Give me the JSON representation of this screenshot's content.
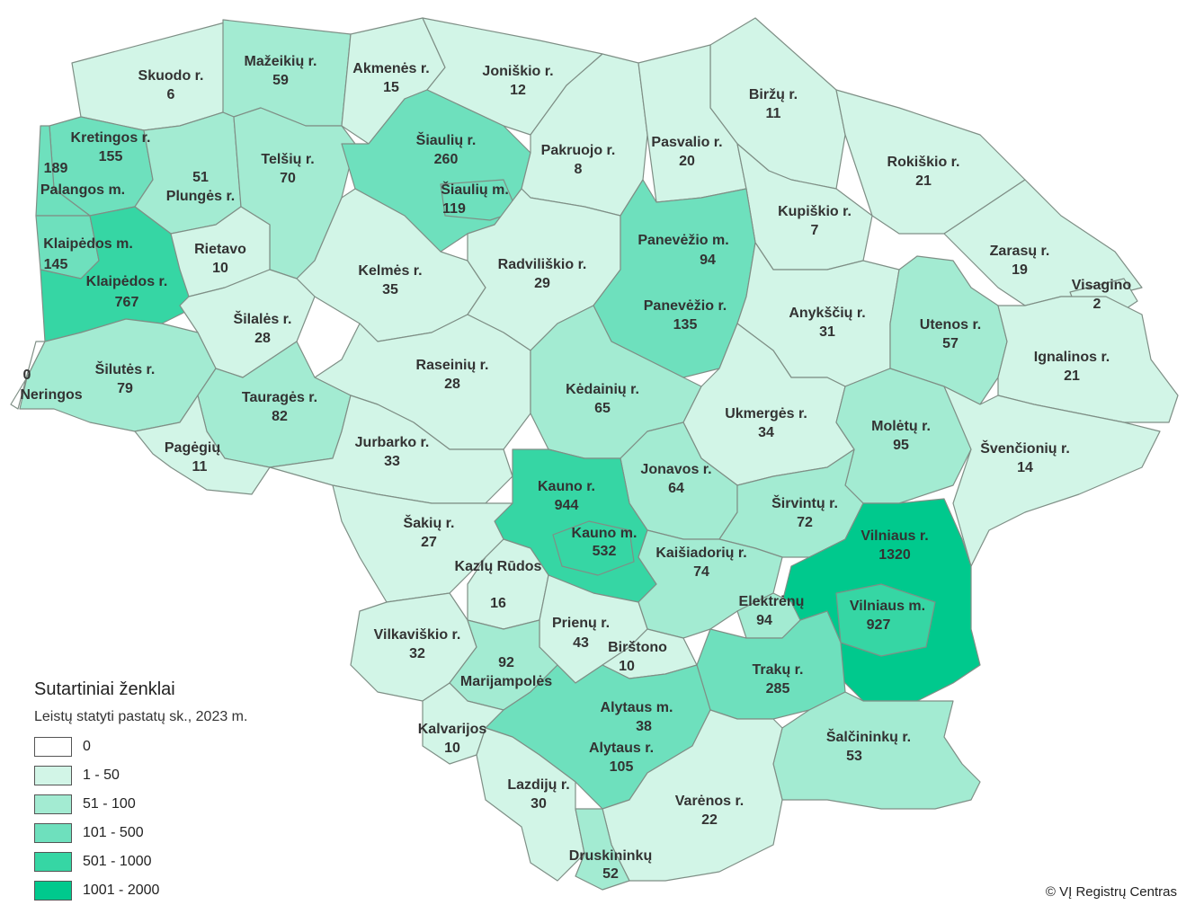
{
  "legend": {
    "title": "Sutartiniai ženklai",
    "subtitle": "Leistų statyti pastatų sk., 2023 m.",
    "classes": [
      {
        "label": "0",
        "color": "#ffffff"
      },
      {
        "label": "1 - 50",
        "color": "#d2f5e7"
      },
      {
        "label": "51 - 100",
        "color": "#a3ebd2"
      },
      {
        "label": "101 - 500",
        "color": "#6ee0bd"
      },
      {
        "label": "501 - 1000",
        "color": "#36d6a4"
      },
      {
        "label": "1001 - 2000",
        "color": "#00c98d"
      }
    ]
  },
  "credit": "© VĮ Registrų Centras",
  "regions": [
    {
      "name": "Skuodo r.",
      "value": "6"
    },
    {
      "name": "Mažeikių r.",
      "value": "59"
    },
    {
      "name": "Akmenės r.",
      "value": "15"
    },
    {
      "name": "Joniškio r.",
      "value": "12"
    },
    {
      "name": "Biržų r.",
      "value": "11"
    },
    {
      "name": "Kretingos r.",
      "value": "155"
    },
    {
      "name": "Palangos m.",
      "value": "189"
    },
    {
      "name": "Plungės r.",
      "value": "51"
    },
    {
      "name": "Telšių r.",
      "value": "70"
    },
    {
      "name": "Šiaulių r.",
      "value": "260"
    },
    {
      "name": "Šiaulių m.",
      "value": "119"
    },
    {
      "name": "Pakruojo r.",
      "value": "8"
    },
    {
      "name": "Pasvalio r.",
      "value": "20"
    },
    {
      "name": "Rokiškio r.",
      "value": "21"
    },
    {
      "name": "Kupiškio r.",
      "value": "7"
    },
    {
      "name": "Klaipėdos m.",
      "value": "145"
    },
    {
      "name": "Klaipėdos r.",
      "value": "767"
    },
    {
      "name": "Rietavo",
      "value": "10"
    },
    {
      "name": "Kelmės r.",
      "value": "35"
    },
    {
      "name": "Radviliškio r.",
      "value": "29"
    },
    {
      "name": "Panevėžio m.",
      "value": "94"
    },
    {
      "name": "Panevėžio r.",
      "value": "135"
    },
    {
      "name": "Zarasų r.",
      "value": "19"
    },
    {
      "name": "Visagino",
      "value": "2"
    },
    {
      "name": "Anykščių r.",
      "value": "31"
    },
    {
      "name": "Utenos r.",
      "value": "57"
    },
    {
      "name": "Ignalinos r.",
      "value": "21"
    },
    {
      "name": "Šilalės r.",
      "value": "28"
    },
    {
      "name": "Neringos",
      "value": "0"
    },
    {
      "name": "Šilutės r.",
      "value": "79"
    },
    {
      "name": "Raseinių r.",
      "value": "28"
    },
    {
      "name": "Kėdainių r.",
      "value": "65"
    },
    {
      "name": "Tauragės r.",
      "value": "82"
    },
    {
      "name": "Ukmergės r.",
      "value": "34"
    },
    {
      "name": "Molėtų r.",
      "value": "95"
    },
    {
      "name": "Pagėgių",
      "value": "11"
    },
    {
      "name": "Jurbarko r.",
      "value": "33"
    },
    {
      "name": "Jonavos r.",
      "value": "64"
    },
    {
      "name": "Švenčionių r.",
      "value": "14"
    },
    {
      "name": "Kauno r.",
      "value": "944"
    },
    {
      "name": "Kauno m.",
      "value": "532"
    },
    {
      "name": "Širvintų r.",
      "value": "72"
    },
    {
      "name": "Vilniaus r.",
      "value": "1320"
    },
    {
      "name": "Šakių r.",
      "value": "27"
    },
    {
      "name": "Kaišiadorių r.",
      "value": "74"
    },
    {
      "name": "Kazlų Rūdos",
      "value": "16"
    },
    {
      "name": "Elektrėnų",
      "value": "94"
    },
    {
      "name": "Vilniaus m.",
      "value": "927"
    },
    {
      "name": "Vilkaviškio r.",
      "value": "32"
    },
    {
      "name": "Prienų r.",
      "value": "43"
    },
    {
      "name": "Birštono",
      "value": "10"
    },
    {
      "name": "Marijampolės",
      "value": "92"
    },
    {
      "name": "Trakų r.",
      "value": "285"
    },
    {
      "name": "Alytaus m.",
      "value": "38"
    },
    {
      "name": "Kalvarijos",
      "value": "10"
    },
    {
      "name": "Alytaus r.",
      "value": "105"
    },
    {
      "name": "Šalčininkų r.",
      "value": "53"
    },
    {
      "name": "Lazdijų r.",
      "value": "30"
    },
    {
      "name": "Varėnos r.",
      "value": "22"
    },
    {
      "name": "Druskininkų",
      "value": "52"
    }
  ]
}
